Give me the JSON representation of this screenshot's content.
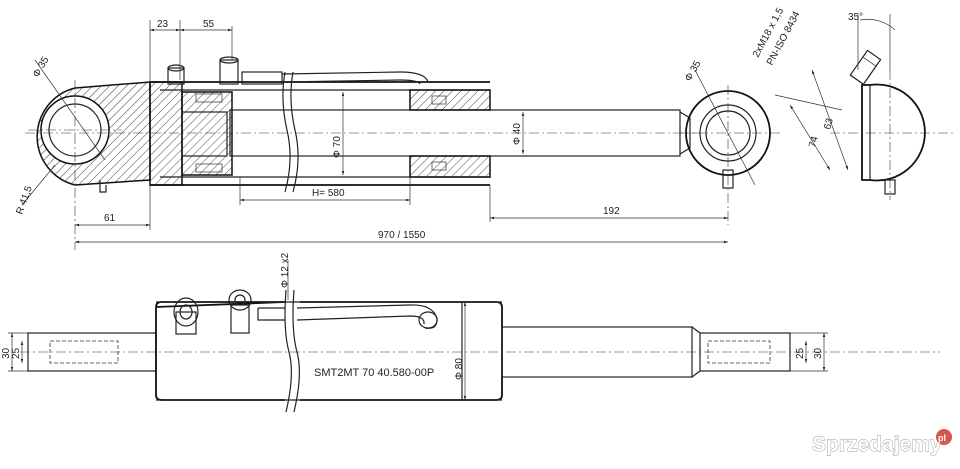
{
  "dimensions": {
    "d23": "23",
    "d55": "55",
    "eye_left_dia": "Φ 35",
    "radius": "R 41,5",
    "d61": "61",
    "barrel_dia": "Φ 70",
    "rod_dia": "Φ 40",
    "stroke": "H= 580",
    "d192": "192",
    "length": "970  /  1550",
    "eye_right_dia": "Φ 35",
    "port_thread": "2xM18 x 1,5",
    "port_norm": "PN-ISO 8434",
    "angle": "35°",
    "d63": "63",
    "d74": "74",
    "pipe_dia": "Φ 12 x2",
    "outer_dia": "Φ 80",
    "left_h30": "30",
    "left_h25": "25",
    "right_h25": "25",
    "right_h30": "30"
  },
  "model_label": "SMT2MT 70 40.580-00P",
  "watermark": {
    "text": "Sprzedajemy",
    "suffix": "pl"
  },
  "colors": {
    "line": "#222222",
    "hatch": "#444444",
    "watermark_badge": "#d9534f"
  }
}
